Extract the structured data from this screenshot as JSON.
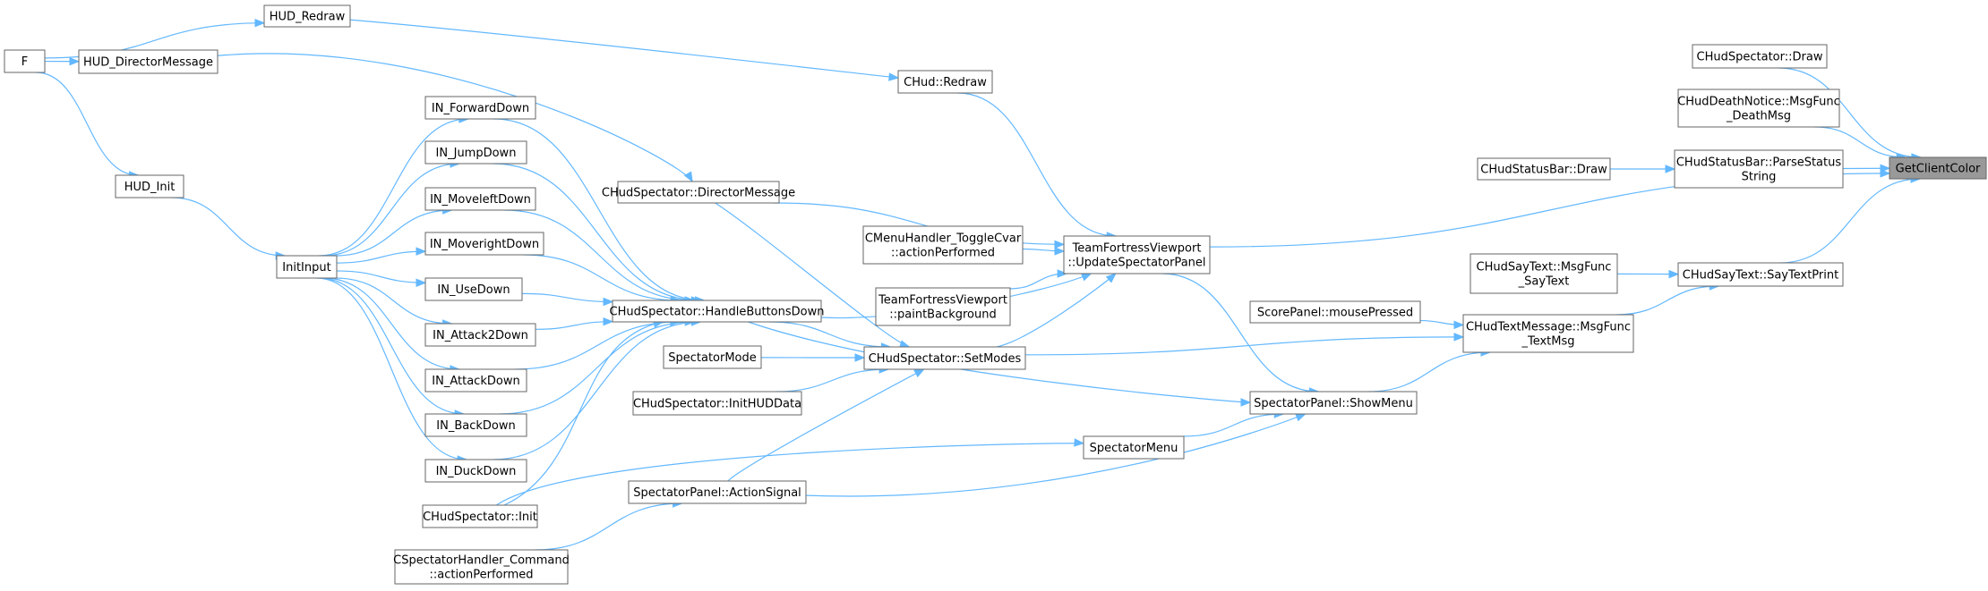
{
  "diagram": {
    "nodes": [
      {
        "id": "getclientcolor",
        "lines": [
          "GetClientColor"
        ],
        "highlight": true
      },
      {
        "id": "chudspectator-draw",
        "lines": [
          "CHudSpectator::Draw"
        ]
      },
      {
        "id": "chuddeathnotice-msgfunc-deathmsg",
        "lines": [
          "CHudDeathNotice::MsgFunc",
          "_DeathMsg"
        ]
      },
      {
        "id": "chudstatusbar-parsestatusstring",
        "lines": [
          "CHudStatusBar::ParseStatus",
          "String"
        ]
      },
      {
        "id": "chudstatusbar-draw",
        "lines": [
          "CHudStatusBar::Draw"
        ]
      },
      {
        "id": "chudsaytext-saytextprint",
        "lines": [
          "CHudSayText::SayTextPrint"
        ]
      },
      {
        "id": "chudsaytext-msgfunc-saytext",
        "lines": [
          "CHudSayText::MsgFunc",
          "_SayText"
        ]
      },
      {
        "id": "chudtextmessage-msgfunc-textmsg",
        "lines": [
          "CHudTextMessage::MsgFunc",
          "_TextMsg"
        ]
      },
      {
        "id": "scorepanel-mousepressed",
        "lines": [
          "ScorePanel::mousePressed"
        ]
      },
      {
        "id": "tfviewport-updatespectatorpanel",
        "lines": [
          "TeamFortressViewport",
          "::UpdateSpectatorPanel"
        ]
      },
      {
        "id": "tfviewport-paintbackground",
        "lines": [
          "TeamFortressViewport",
          "::paintBackground"
        ]
      },
      {
        "id": "cmenuhandler-togglecvar",
        "lines": [
          "CMenuHandler_ToggleCvar",
          "::actionPerformed"
        ]
      },
      {
        "id": "chud-redraw",
        "lines": [
          "CHud::Redraw"
        ]
      },
      {
        "id": "hud-redraw",
        "lines": [
          "HUD_Redraw"
        ]
      },
      {
        "id": "f",
        "lines": [
          "F"
        ]
      },
      {
        "id": "hud-directormessage",
        "lines": [
          "HUD_DirectorMessage"
        ]
      },
      {
        "id": "hud-init",
        "lines": [
          "HUD_Init"
        ]
      },
      {
        "id": "initinput",
        "lines": [
          "InitInput"
        ]
      },
      {
        "id": "chudspectator-directormessage",
        "lines": [
          "CHudSpectator::DirectorMessage"
        ]
      },
      {
        "id": "chudspectator-setmodes",
        "lines": [
          "CHudSpectator::SetModes"
        ]
      },
      {
        "id": "chudspectator-handlebuttonsdown",
        "lines": [
          "CHudSpectator::HandleButtonsDown"
        ]
      },
      {
        "id": "spectatorpanel-showmenu",
        "lines": [
          "SpectatorPanel::ShowMenu"
        ]
      },
      {
        "id": "spectatormenu",
        "lines": [
          "SpectatorMenu"
        ]
      },
      {
        "id": "spectatormode",
        "lines": [
          "SpectatorMode"
        ]
      },
      {
        "id": "chudspectator-inithuddata",
        "lines": [
          "CHudSpectator::InitHUDData"
        ]
      },
      {
        "id": "spectatorpanel-actionsignal",
        "lines": [
          "SpectatorPanel::ActionSignal"
        ]
      },
      {
        "id": "cspectatorhandler-command",
        "lines": [
          "CSpectatorHandler_Command",
          "::actionPerformed"
        ]
      },
      {
        "id": "chudspectator-init",
        "lines": [
          "CHudSpectator::Init"
        ]
      },
      {
        "id": "in-forwarddown",
        "lines": [
          "IN_ForwardDown"
        ]
      },
      {
        "id": "in-jumpdown",
        "lines": [
          "IN_JumpDown"
        ]
      },
      {
        "id": "in-moveleftdown",
        "lines": [
          "IN_MoveleftDown"
        ]
      },
      {
        "id": "in-moverightdown",
        "lines": [
          "IN_MoverightDown"
        ]
      },
      {
        "id": "in-usedown",
        "lines": [
          "IN_UseDown"
        ]
      },
      {
        "id": "in-attack2down",
        "lines": [
          "IN_Attack2Down"
        ]
      },
      {
        "id": "in-attackdown",
        "lines": [
          "IN_AttackDown"
        ]
      },
      {
        "id": "in-backdown",
        "lines": [
          "IN_BackDown"
        ]
      },
      {
        "id": "in-duckdown",
        "lines": [
          "IN_DuckDown"
        ]
      }
    ],
    "edges": [
      {
        "from": "chudspectator-draw",
        "to": "getclientcolor"
      },
      {
        "from": "chuddeathnotice-msgfunc-deathmsg",
        "to": "getclientcolor"
      },
      {
        "from": "chudstatusbar-parsestatusstring",
        "to": "getclientcolor"
      },
      {
        "from": "chudstatusbar-draw",
        "to": "chudstatusbar-parsestatusstring"
      },
      {
        "from": "tfviewport-updatespectatorpanel",
        "to": "getclientcolor"
      },
      {
        "from": "chudsaytext-saytextprint",
        "to": "getclientcolor"
      },
      {
        "from": "chudsaytext-msgfunc-saytext",
        "to": "chudsaytext-saytextprint"
      },
      {
        "from": "chudtextmessage-msgfunc-textmsg",
        "to": "chudsaytext-saytextprint"
      },
      {
        "from": "scorepanel-mousepressed",
        "to": "chudtextmessage-msgfunc-textmsg"
      },
      {
        "from": "chudspectator-setmodes",
        "to": "chudtextmessage-msgfunc-textmsg"
      },
      {
        "from": "spectatorpanel-showmenu",
        "to": "chudtextmessage-msgfunc-textmsg"
      },
      {
        "from": "tfviewport-updatespectatorpanel",
        "to": "spectatorpanel-showmenu"
      },
      {
        "from": "chudspectator-handlebuttonsdown",
        "to": "spectatorpanel-showmenu"
      },
      {
        "from": "spectatormenu",
        "to": "spectatorpanel-showmenu"
      },
      {
        "from": "spectatorpanel-actionsignal",
        "to": "spectatorpanel-showmenu"
      },
      {
        "from": "chudspectator-init",
        "to": "spectatormenu"
      },
      {
        "from": "chud-redraw",
        "to": "tfviewport-updatespectatorpanel"
      },
      {
        "from": "chudspectator-directormessage",
        "to": "tfviewport-updatespectatorpanel"
      },
      {
        "from": "cmenuhandler-togglecvar",
        "to": "tfviewport-updatespectatorpanel"
      },
      {
        "from": "tfviewport-paintbackground",
        "to": "tfviewport-updatespectatorpanel"
      },
      {
        "from": "chudspectator-setmodes",
        "to": "tfviewport-updatespectatorpanel"
      },
      {
        "from": "chudspectator-handlebuttonsdown",
        "to": "tfviewport-updatespectatorpanel"
      },
      {
        "from": "chudspectator-directormessage",
        "to": "chudspectator-setmodes"
      },
      {
        "from": "chudspectator-handlebuttonsdown",
        "to": "chudspectator-setmodes"
      },
      {
        "from": "spectatormode",
        "to": "chudspectator-setmodes"
      },
      {
        "from": "chudspectator-inithuddata",
        "to": "chudspectator-setmodes"
      },
      {
        "from": "spectatorpanel-actionsignal",
        "to": "chudspectator-setmodes"
      },
      {
        "from": "cspectatorhandler-command",
        "to": "spectatorpanel-actionsignal"
      },
      {
        "from": "hud-redraw",
        "to": "chud-redraw"
      },
      {
        "from": "f",
        "to": "hud-redraw"
      },
      {
        "from": "f",
        "to": "hud-directormessage"
      },
      {
        "from": "f",
        "to": "hud-init"
      },
      {
        "from": "hud-directormessage",
        "to": "chudspectator-directormessage"
      },
      {
        "from": "hud-init",
        "to": "initinput"
      },
      {
        "from": "initinput",
        "to": "in-forwarddown"
      },
      {
        "from": "initinput",
        "to": "in-jumpdown"
      },
      {
        "from": "initinput",
        "to": "in-moveleftdown"
      },
      {
        "from": "initinput",
        "to": "in-moverightdown"
      },
      {
        "from": "initinput",
        "to": "in-usedown"
      },
      {
        "from": "initinput",
        "to": "in-attack2down"
      },
      {
        "from": "initinput",
        "to": "in-attackdown"
      },
      {
        "from": "initinput",
        "to": "in-backdown"
      },
      {
        "from": "initinput",
        "to": "in-duckdown"
      },
      {
        "from": "in-forwarddown",
        "to": "chudspectator-handlebuttonsdown"
      },
      {
        "from": "in-jumpdown",
        "to": "chudspectator-handlebuttonsdown"
      },
      {
        "from": "in-moveleftdown",
        "to": "chudspectator-handlebuttonsdown"
      },
      {
        "from": "in-moverightdown",
        "to": "chudspectator-handlebuttonsdown"
      },
      {
        "from": "in-usedown",
        "to": "chudspectator-handlebuttonsdown"
      },
      {
        "from": "in-attack2down",
        "to": "chudspectator-handlebuttonsdown"
      },
      {
        "from": "in-attackdown",
        "to": "chudspectator-handlebuttonsdown"
      },
      {
        "from": "in-backdown",
        "to": "chudspectator-handlebuttonsdown"
      },
      {
        "from": "in-duckdown",
        "to": "chudspectator-handlebuttonsdown"
      },
      {
        "from": "chudspectator-init",
        "to": "chudspectator-handlebuttonsdown"
      }
    ],
    "colors": {
      "edge": "#63b8ff",
      "node_border": "#666666",
      "node_fill": "#ffffff",
      "highlight_fill": "#999999"
    }
  }
}
